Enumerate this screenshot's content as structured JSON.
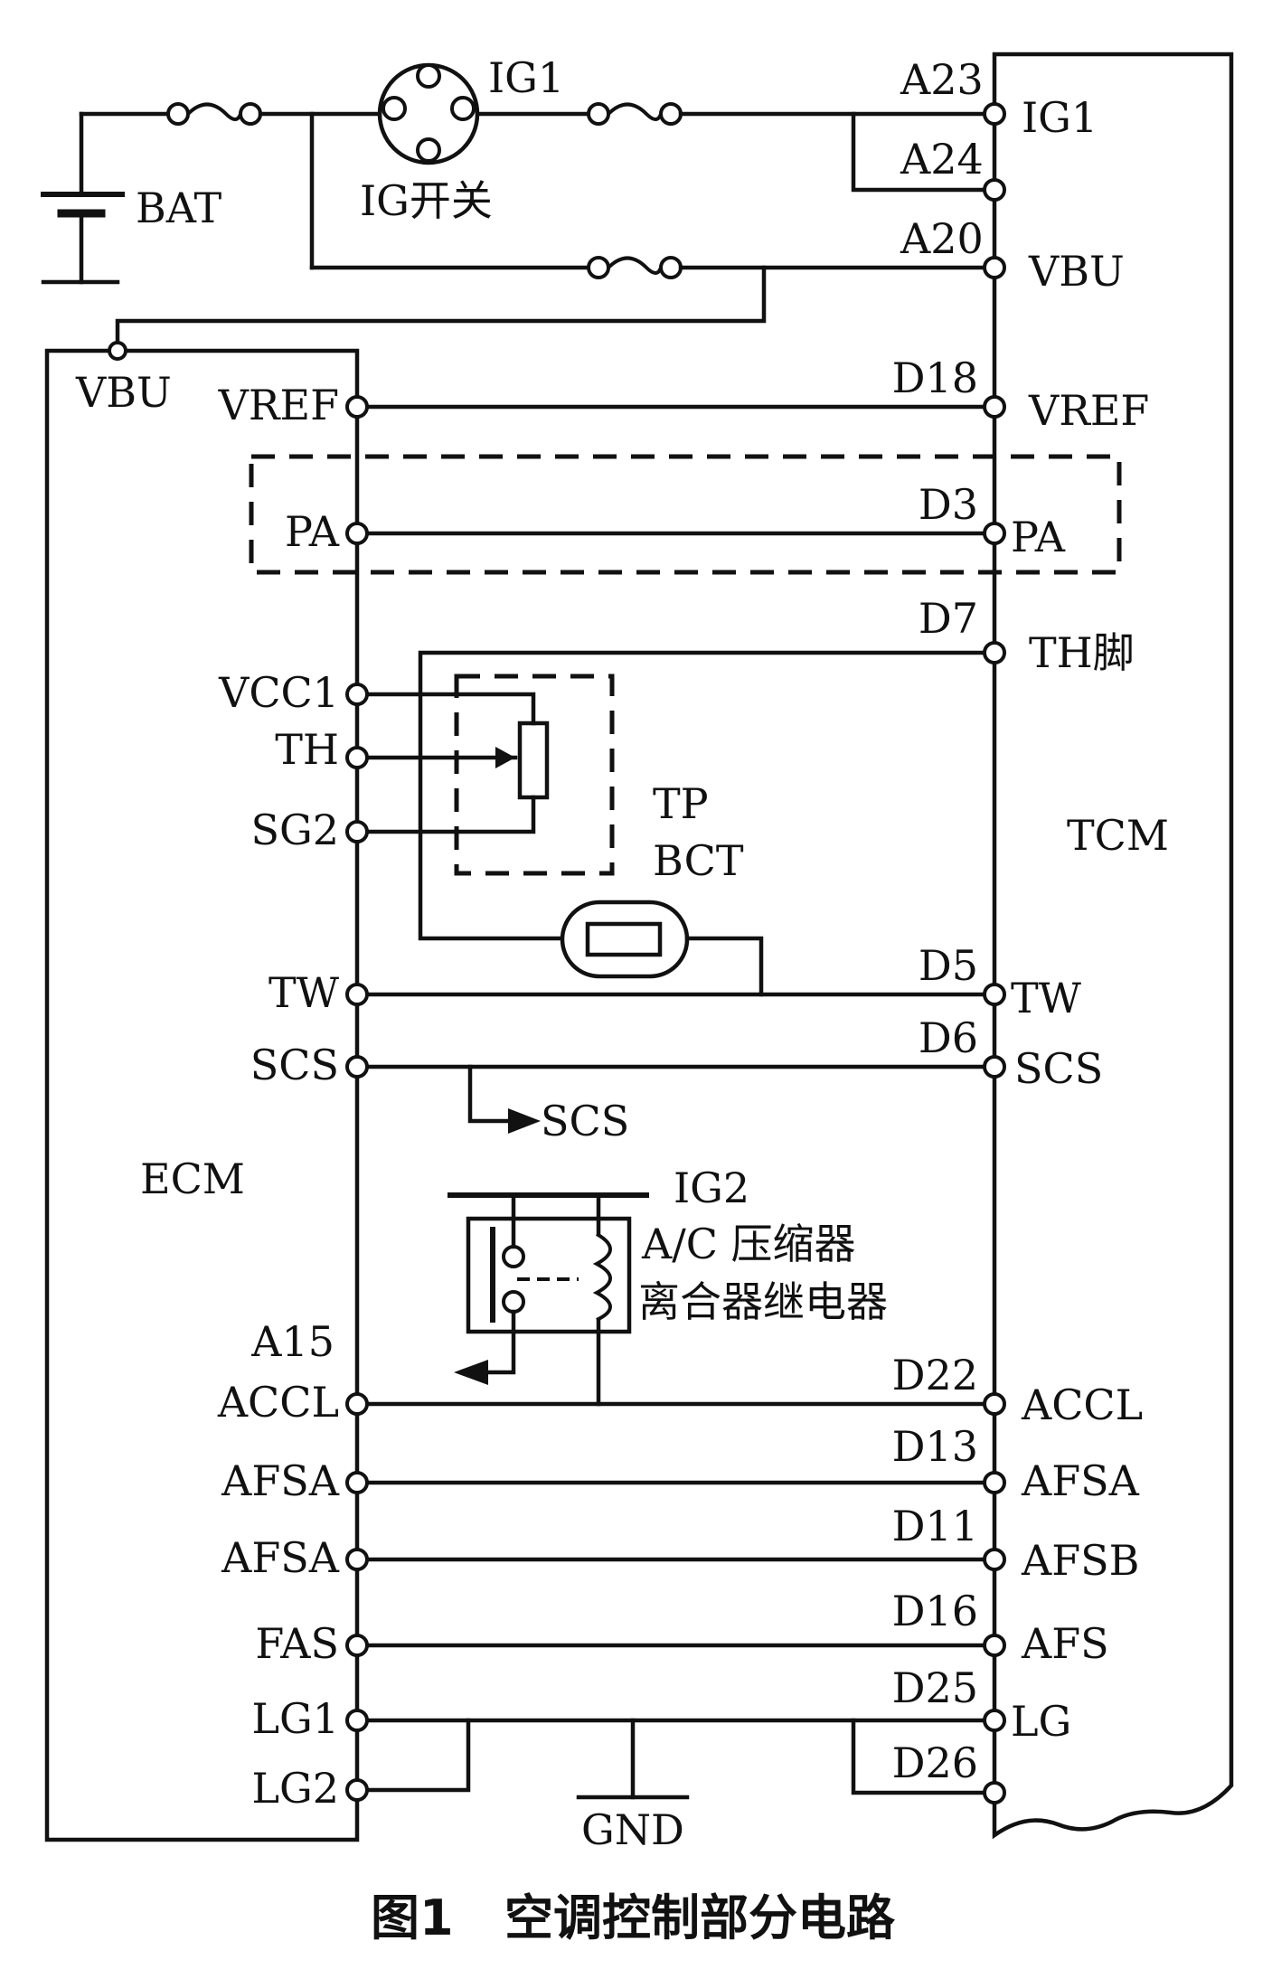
{
  "top": {
    "bat": "BAT",
    "ig1": "IG1",
    "ig_switch": "IG开关",
    "a23": "A23",
    "a24": "A24",
    "a20": "A20",
    "tcm_ig1": "IG1",
    "tcm_vbu": "VBU",
    "ecm_vbu": "VBU"
  },
  "ecm": {
    "title": "ECM",
    "pins": {
      "vref": "VREF",
      "pa": "PA",
      "vcc1": "VCC1",
      "th": "TH",
      "sg2": "SG2",
      "tw": "TW",
      "scs": "SCS",
      "a15": "A15",
      "accl": "ACCL",
      "afsa1": "AFSA",
      "afsa2": "AFSA",
      "fas": "FAS",
      "lg1": "LG1",
      "lg2": "LG2"
    }
  },
  "tcm": {
    "title": "TCM",
    "codes": {
      "d18": "D18",
      "d3": "D3",
      "d7": "D7",
      "d5": "D5",
      "d6": "D6",
      "d22": "D22",
      "d13": "D13",
      "d11": "D11",
      "d16": "D16",
      "d25": "D25",
      "d26": "D26"
    },
    "pins": {
      "vref": "VREF",
      "pa": "PA",
      "th": "TH脚",
      "tw": "TW",
      "scs": "SCS",
      "accl": "ACCL",
      "afsa": "AFSA",
      "afsb": "AFSB",
      "afs": "AFS",
      "lg": "LG"
    }
  },
  "components": {
    "tp": "TP",
    "bct": "BCT",
    "scs_out": "SCS",
    "ig2": "IG2",
    "relay_line1": "A/C 压缩器",
    "relay_line2": "离合器继电器",
    "gnd": "GND"
  },
  "caption": "图1   空调控制部分电路"
}
